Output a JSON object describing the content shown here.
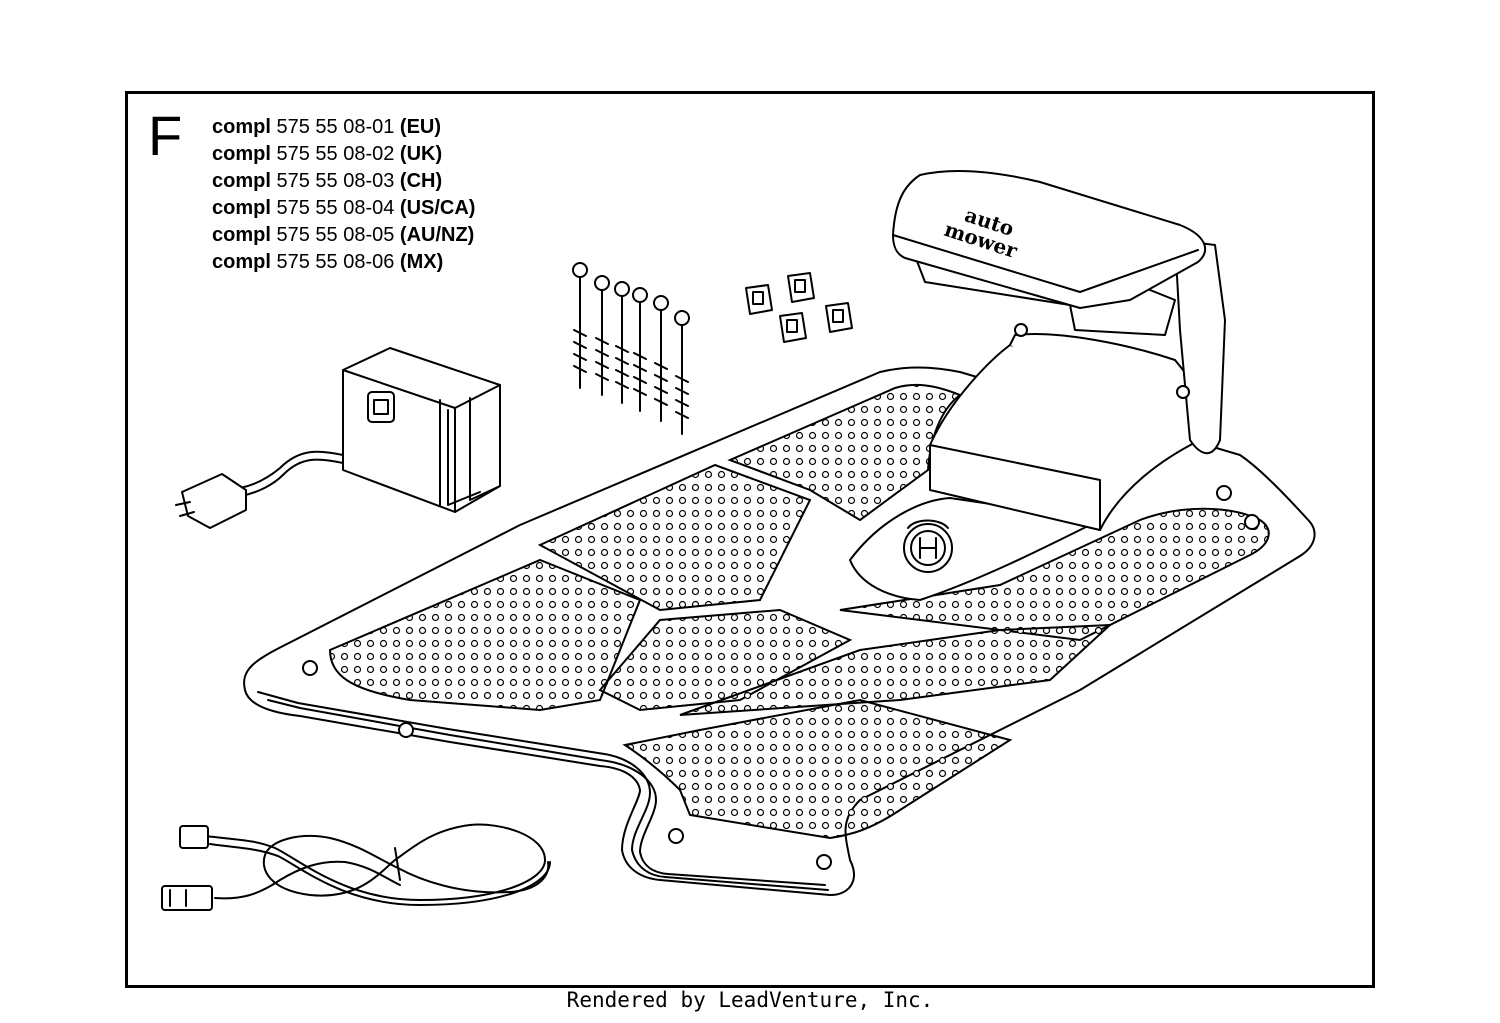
{
  "figure": {
    "section_letter": "F",
    "parts": [
      {
        "label": "compl",
        "number": "575 55 08-01",
        "region": "(EU)"
      },
      {
        "label": "compl",
        "number": "575 55 08-02",
        "region": "(UK)"
      },
      {
        "label": "compl",
        "number": "575 55 08-03",
        "region": "(CH)"
      },
      {
        "label": "compl",
        "number": "575 55 08-04",
        "region": "(US/CA)"
      },
      {
        "label": "compl",
        "number": "575 55 08-05",
        "region": "(AU/NZ)"
      },
      {
        "label": "compl",
        "number": "575 55 08-06",
        "region": "(MX)"
      }
    ],
    "logo_line1": "auto",
    "logo_line2": "mower"
  },
  "footer": {
    "text": "Rendered by LeadVenture, Inc."
  }
}
